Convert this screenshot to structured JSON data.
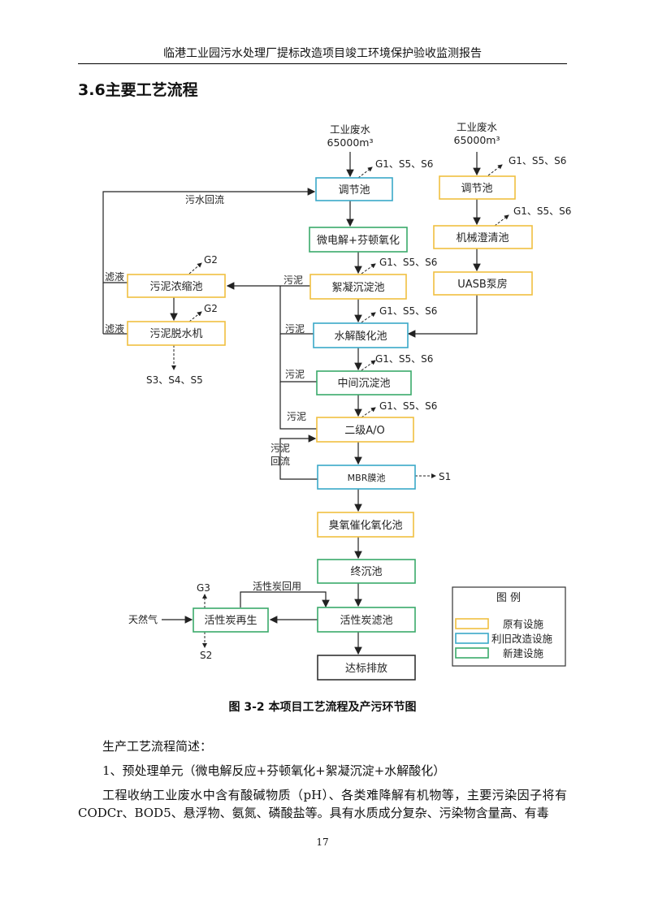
{
  "header": {
    "title": "临港工业园污水处理厂提标改造项目竣工环境保护验收监测报告"
  },
  "section": {
    "title": "3.6主要工艺流程"
  },
  "diagram": {
    "inputs": {
      "left": {
        "label": "工业废水",
        "volume": "65000m³"
      },
      "right": {
        "label": "工业废水",
        "volume": "65000m³"
      }
    },
    "boxes": {
      "tiaojie_left": "调节池",
      "weidianjie": "微电解+芬顿氧化",
      "xuning": "絮凝沉淀池",
      "shuijie": "水解酸化池",
      "zhongjian": "中间沉淀池",
      "erji": "二级A/O",
      "mbr": "MBR膜池",
      "chouyang": "臭氧催化氧化池",
      "zhongchen": "终沉池",
      "huoxingtan_lv": "活性炭滤池",
      "dabiao": "达标排放",
      "tiaojie_right": "调节池",
      "jixie": "机械澄清池",
      "uasb": "UASB泵房",
      "wuni_nongsuo": "污泥浓缩池",
      "wuni_tuoshui": "污泥脱水机",
      "huoxingtan_zai": "活性炭再生"
    },
    "labels": {
      "g1s5s6": "G1、S5、S6",
      "g2": "G2",
      "g3": "G3",
      "s1": "S1",
      "s2": "S2",
      "s3s4s5": "S3、S4、S5",
      "wushui_huiliu": "污水回流",
      "lvye": "滤液",
      "wuni": "污泥",
      "wuni_huiliu_1": "污泥",
      "wuni_huiliu_2": "回流",
      "huoxingtan_huiyong": "活性炭回用",
      "tianranqi": "天然气"
    },
    "legend": {
      "title": "图 例",
      "items": [
        {
          "label": "原有设施",
          "color": "#f0c040"
        },
        {
          "label": "利旧改造设施",
          "color": "#3aa8c8"
        },
        {
          "label": "新建设施",
          "color": "#3aaa6a"
        }
      ]
    },
    "colors": {
      "original": "#f0c040",
      "renovated": "#3aa8c8",
      "new": "#3aaa6a",
      "plain": "#333333"
    }
  },
  "figure": {
    "caption": "图 3-2  本项目工艺流程及产污环节图"
  },
  "body": {
    "p1": "生产工艺流程简述：",
    "p2": "1、预处理单元（微电解反应+芬顿氧化+絮凝沉淀+水解酸化）",
    "p3": "工程收纳工业废水中含有酸碱物质（pH）、各类难降解有机物等，主要污染因子将有 CODCr、BOD5、悬浮物、氨氮、磷酸盐等。具有水质成分复杂、污染物含量高、有毒"
  },
  "page": {
    "number": "17"
  }
}
